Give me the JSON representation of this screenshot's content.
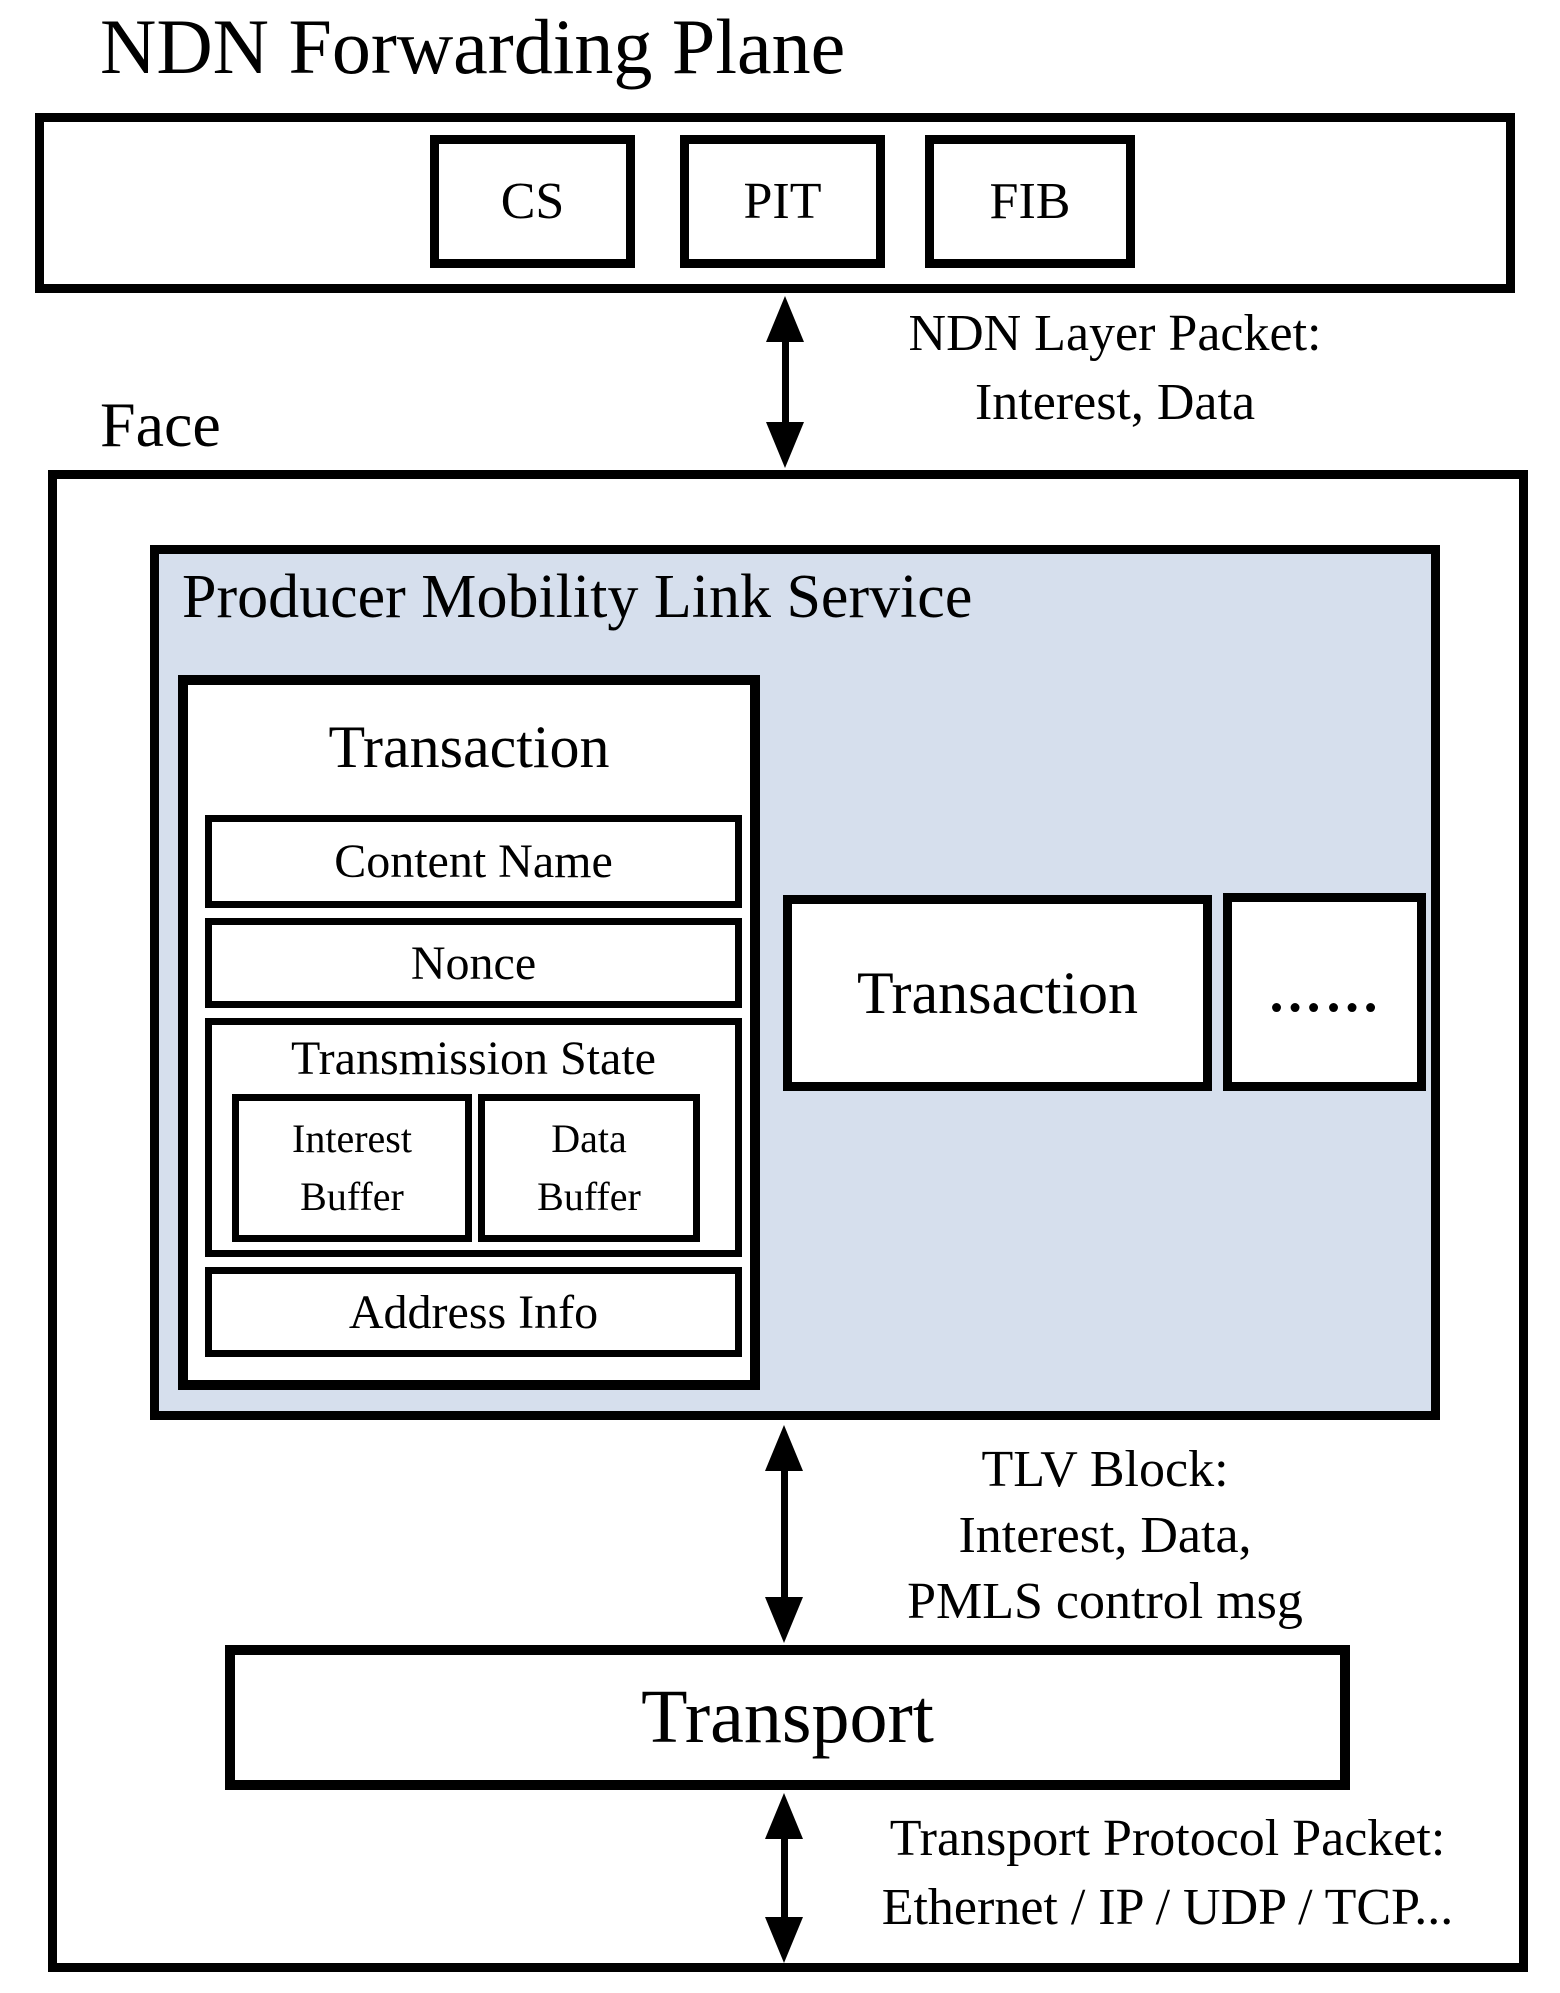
{
  "colors": {
    "pmls_bg": "#d6dfed",
    "line": "#000000",
    "box_bg": "#ffffff"
  },
  "header": {
    "title": "NDN Forwarding Plane"
  },
  "forwarding_plane": {
    "cs": "CS",
    "pit": "PIT",
    "fib": "FIB"
  },
  "face": {
    "label": "Face"
  },
  "pmls": {
    "title": "Producer Mobility Link Service",
    "transaction_detail": {
      "title": "Transaction",
      "content_name": "Content Name",
      "nonce": "Nonce",
      "transmission_state": {
        "title": "Transmission State",
        "interest_buffer": "Interest Buffer",
        "data_buffer": "Data Buffer"
      },
      "address_info": "Address Info"
    },
    "transaction_other": {
      "title": "Transaction"
    },
    "ellipsis": "……"
  },
  "transport": {
    "title": "Transport"
  },
  "annotations": {
    "ndn_layer_packet": {
      "line1": "NDN Layer Packet:",
      "line2": "Interest, Data"
    },
    "tlv_block": {
      "line1": "TLV Block:",
      "line2": "Interest, Data,",
      "line3": "PMLS control msg"
    },
    "transport_packet": {
      "line1": "Transport Protocol Packet:",
      "line2": "Ethernet / IP / UDP / TCP..."
    }
  }
}
